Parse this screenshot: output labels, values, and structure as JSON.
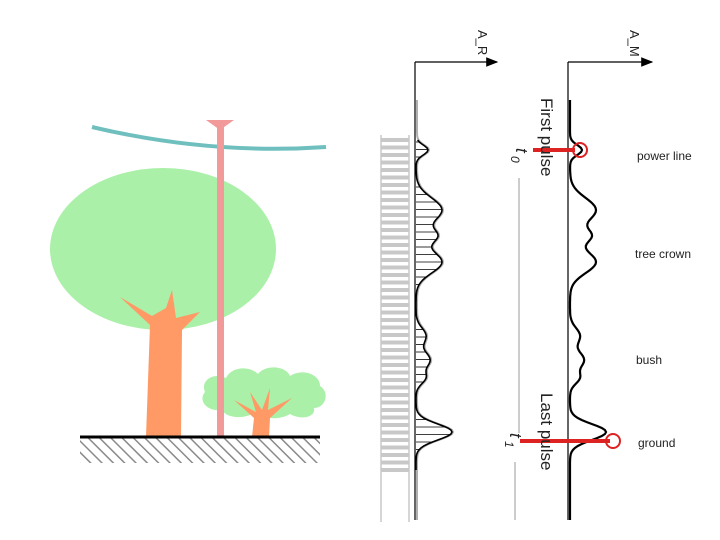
{
  "labels": {
    "axis_left": "A_R",
    "axis_right": "A_M",
    "first_pulse": "First pulse",
    "last_pulse": "Last pulse",
    "t0": "t",
    "t0_sub": "0",
    "t1": "t",
    "t1_sub": "1",
    "power_line": "power line",
    "tree_crown": "tree crown",
    "bush": "bush",
    "ground": "ground"
  },
  "colors": {
    "sky_line": "#6fbfbf",
    "tree_crown": "#aaf0a8",
    "trunk": "#ff9966",
    "laser": "#f29a9a",
    "pulse": "#dd2222",
    "ground_hatch": "#888888",
    "waveform": "#000000",
    "comb": "#c8c8c8"
  }
}
